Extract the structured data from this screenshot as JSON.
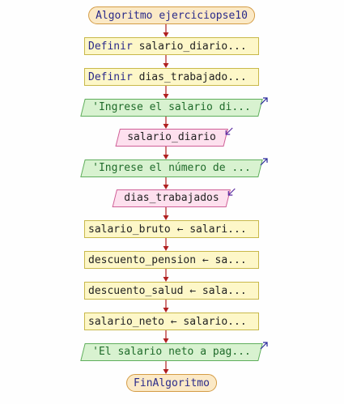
{
  "nodes": [
    {
      "kind": "terminal",
      "keyword": "Algoritmo",
      "text": " ejerciciopse10"
    },
    {
      "kind": "process",
      "keyword": "Definir",
      "text": " salario_diario..."
    },
    {
      "kind": "process",
      "keyword": "Definir",
      "text": " dias_trabajado..."
    },
    {
      "kind": "output",
      "text": "'Ingrese el salario di..."
    },
    {
      "kind": "input",
      "text": "salario_diario"
    },
    {
      "kind": "output",
      "text": "'Ingrese el número de ..."
    },
    {
      "kind": "input",
      "text": "dias_trabajados"
    },
    {
      "kind": "process",
      "text": "salario_bruto ← salari..."
    },
    {
      "kind": "process",
      "text": "descuento_pension ← sa..."
    },
    {
      "kind": "process",
      "text": "descuento_salud ← sala..."
    },
    {
      "kind": "process",
      "text": "salario_neto ← salario..."
    },
    {
      "kind": "output",
      "text": "'El salario neto a pag..."
    },
    {
      "kind": "terminal",
      "text": "FinAlgoritmo"
    }
  ],
  "colors": {
    "arrow": "#b02020",
    "output_icon": "#2a2a9a",
    "input_icon": "#5a2aa0"
  }
}
